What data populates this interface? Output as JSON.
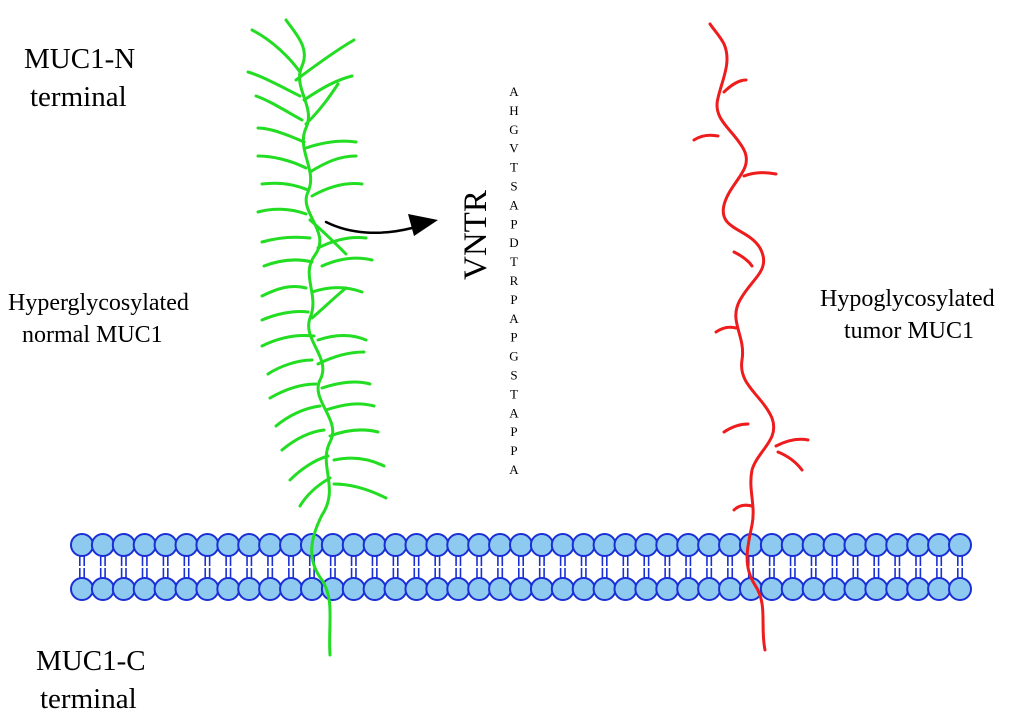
{
  "labels": {
    "n_terminal_line1": "MUC1-N",
    "n_terminal_line2": "terminal",
    "c_terminal_line1": "MUC1-C",
    "c_terminal_line2": "terminal",
    "normal_line1": "Hyperglycosylated",
    "normal_line2": "normal MUC1",
    "tumor_line1": "Hypoglycosylated",
    "tumor_line2": "tumor MUC1",
    "vntr": "VNTR"
  },
  "vntr_sequence": [
    "A",
    "H",
    "G",
    "V",
    "T",
    "S",
    "A",
    "P",
    "D",
    "T",
    "R",
    "P",
    "A",
    "P",
    "G",
    "S",
    "T",
    "A",
    "P",
    "P",
    "A"
  ],
  "colors": {
    "normal_strand": "#22dd22",
    "tumor_strand": "#ee1c1c",
    "lipid_head_fill": "#8ec9ef",
    "lipid_stroke": "#1a2fd6",
    "arrow": "#000000"
  },
  "membrane": {
    "lipids_per_layer": 43
  }
}
